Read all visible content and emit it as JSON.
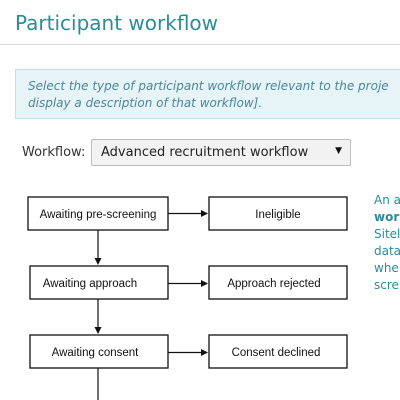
{
  "page": {
    "title": "Participant workflow"
  },
  "info": {
    "line1": "Select the type of participant workflow relevant to the proje",
    "line2": "display a description of that workflow]."
  },
  "workflow": {
    "label": "Workflow:",
    "selected": "Advanced recruitment workflow"
  },
  "flow": {
    "steps": [
      {
        "name": "Awaiting pre-screening",
        "outcome": "Ineligible"
      },
      {
        "name": "Awaiting approach",
        "outcome": "Approach rejected"
      },
      {
        "name": "Awaiting consent",
        "outcome": "Consent declined"
      }
    ]
  },
  "description": {
    "lines": [
      "An a",
      "wor",
      "Sitel",
      "data",
      "whe",
      "scre"
    ]
  },
  "colors": {
    "accent": "#2b8c9a",
    "info_bg": "#e6f3f7",
    "info_border": "#bfdfe9",
    "info_text": "#4c8796"
  }
}
